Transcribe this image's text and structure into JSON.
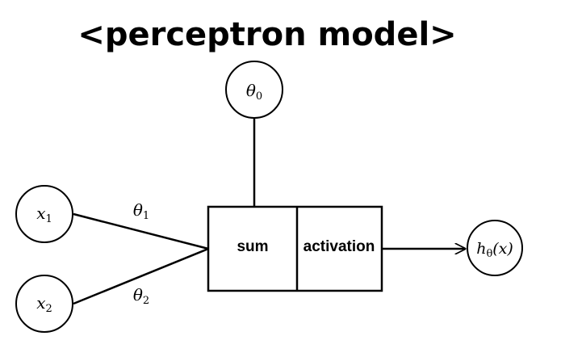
{
  "title": "<perceptron model>",
  "inputs": [
    {
      "name": "x",
      "subscript": "1"
    },
    {
      "name": "x",
      "subscript": "2"
    }
  ],
  "bias": {
    "name": "θ",
    "subscript": "0"
  },
  "weights": [
    {
      "name": "θ",
      "subscript": "1"
    },
    {
      "name": "θ",
      "subscript": "2"
    }
  ],
  "blocks": {
    "sum_label": "sum",
    "activation_label": "activation"
  },
  "output": {
    "fn": "h",
    "subscript": "θ",
    "arg": "(x)"
  }
}
